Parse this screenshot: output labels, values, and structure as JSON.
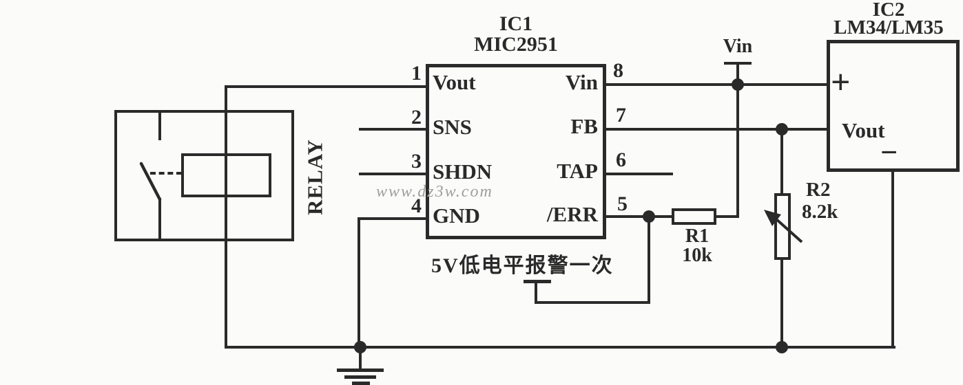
{
  "ic1": {
    "designator": "IC1",
    "part": "MIC2951",
    "left_pins": [
      {
        "num": "1",
        "label": "Vout"
      },
      {
        "num": "2",
        "label": "SNS"
      },
      {
        "num": "3",
        "label": "SHDN"
      },
      {
        "num": "4",
        "label": "GND"
      }
    ],
    "right_pins": [
      {
        "num": "8",
        "label": "Vin"
      },
      {
        "num": "7",
        "label": "FB"
      },
      {
        "num": "6",
        "label": "TAP"
      },
      {
        "num": "5",
        "label": "/ERR"
      }
    ]
  },
  "ic2": {
    "designator": "IC2",
    "part": "LM34/LM35",
    "plus_label": "+",
    "output_label": "Vout",
    "minus_label": "−"
  },
  "relay": {
    "label": "RELAY"
  },
  "resistors": {
    "r1": {
      "designator": "R1",
      "value": "10k"
    },
    "r2": {
      "designator": "R2",
      "value": "8.2k"
    }
  },
  "supply": {
    "vin_label": "Vin"
  },
  "annotation": {
    "alarm_text": "5V低电平报警一次"
  },
  "watermark": {
    "text": "www.dz3w.com"
  },
  "colors": {
    "line": "#2a2a2a",
    "background": "#fbfbfa",
    "watermark": "#9e9e9e"
  }
}
